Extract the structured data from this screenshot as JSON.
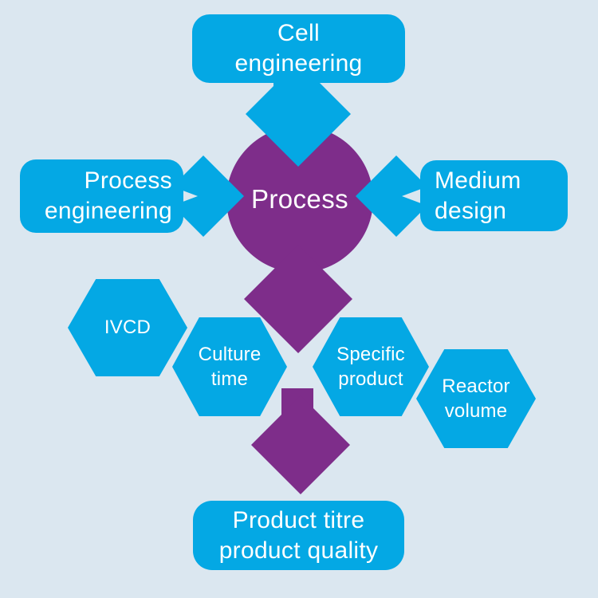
{
  "diagram": {
    "hub": {
      "label": "Process"
    },
    "inputs": {
      "cell_engineering": {
        "label": "Cell\nengineering"
      },
      "process_engineering": {
        "label": "Process\nengineering"
      },
      "medium_design": {
        "label": "Medium\ndesign"
      }
    },
    "factors": [
      {
        "label": "IVCD"
      },
      {
        "label": "Culture\ntime"
      },
      {
        "label": "Specific\nproduct"
      },
      {
        "label": "Reactor\nvolume"
      }
    ],
    "result": {
      "label": "Product titre\nproduct quality"
    }
  },
  "colors": {
    "bg": "#dbe7f0",
    "cyan": "#04a8e4",
    "purple": "#7e2d8a",
    "text": "#ffffff"
  }
}
